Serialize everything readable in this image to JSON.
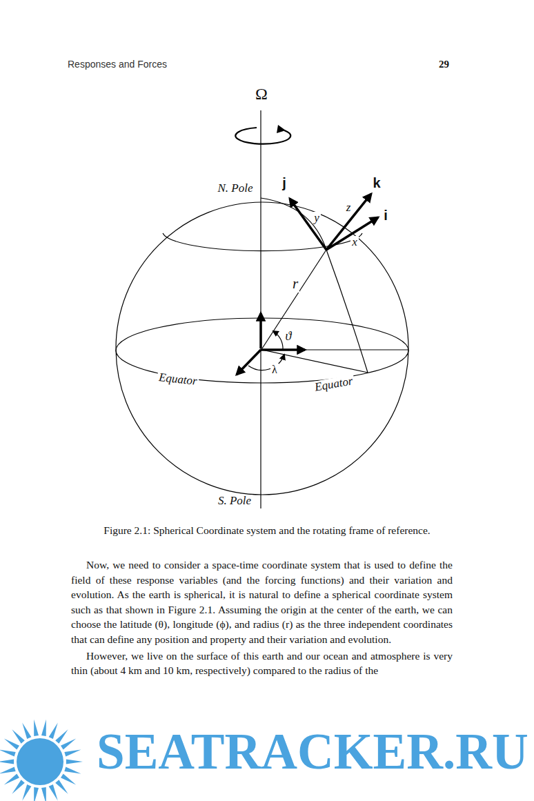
{
  "diagram": {
    "caption": "Figure 2.1: Spherical Coordinate system and the rotating frame of reference.",
    "labels": [
      "Responses and Forces",
      "29",
      "Ω",
      "N. Pole",
      "j",
      "k",
      "i",
      "y",
      "z",
      "x",
      "r",
      "ϑ",
      "λ",
      "Equator",
      "Equator",
      "S. Pole",
      "Now, we need to consider a space-time coordinate system that is used to define the field of these response variables (and the forcing functions) and their variation and evolution. As the earth is spherical, it is natural to define a spherical coordinate system such as that shown in Figure 2.1. Assuming the origin at the center of the earth, we can choose the latitude (θ), longitude (ϕ), and radius (r) as the three independent coordinates that can define any position and property and their variation and evolution.",
      "However, we live on the surface of this earth and our ocean and atmosphere is very thin (about 4 km and 10 km, respectively) compared to the radius of the",
      "SEATRACKER.RU"
    ]
  }
}
